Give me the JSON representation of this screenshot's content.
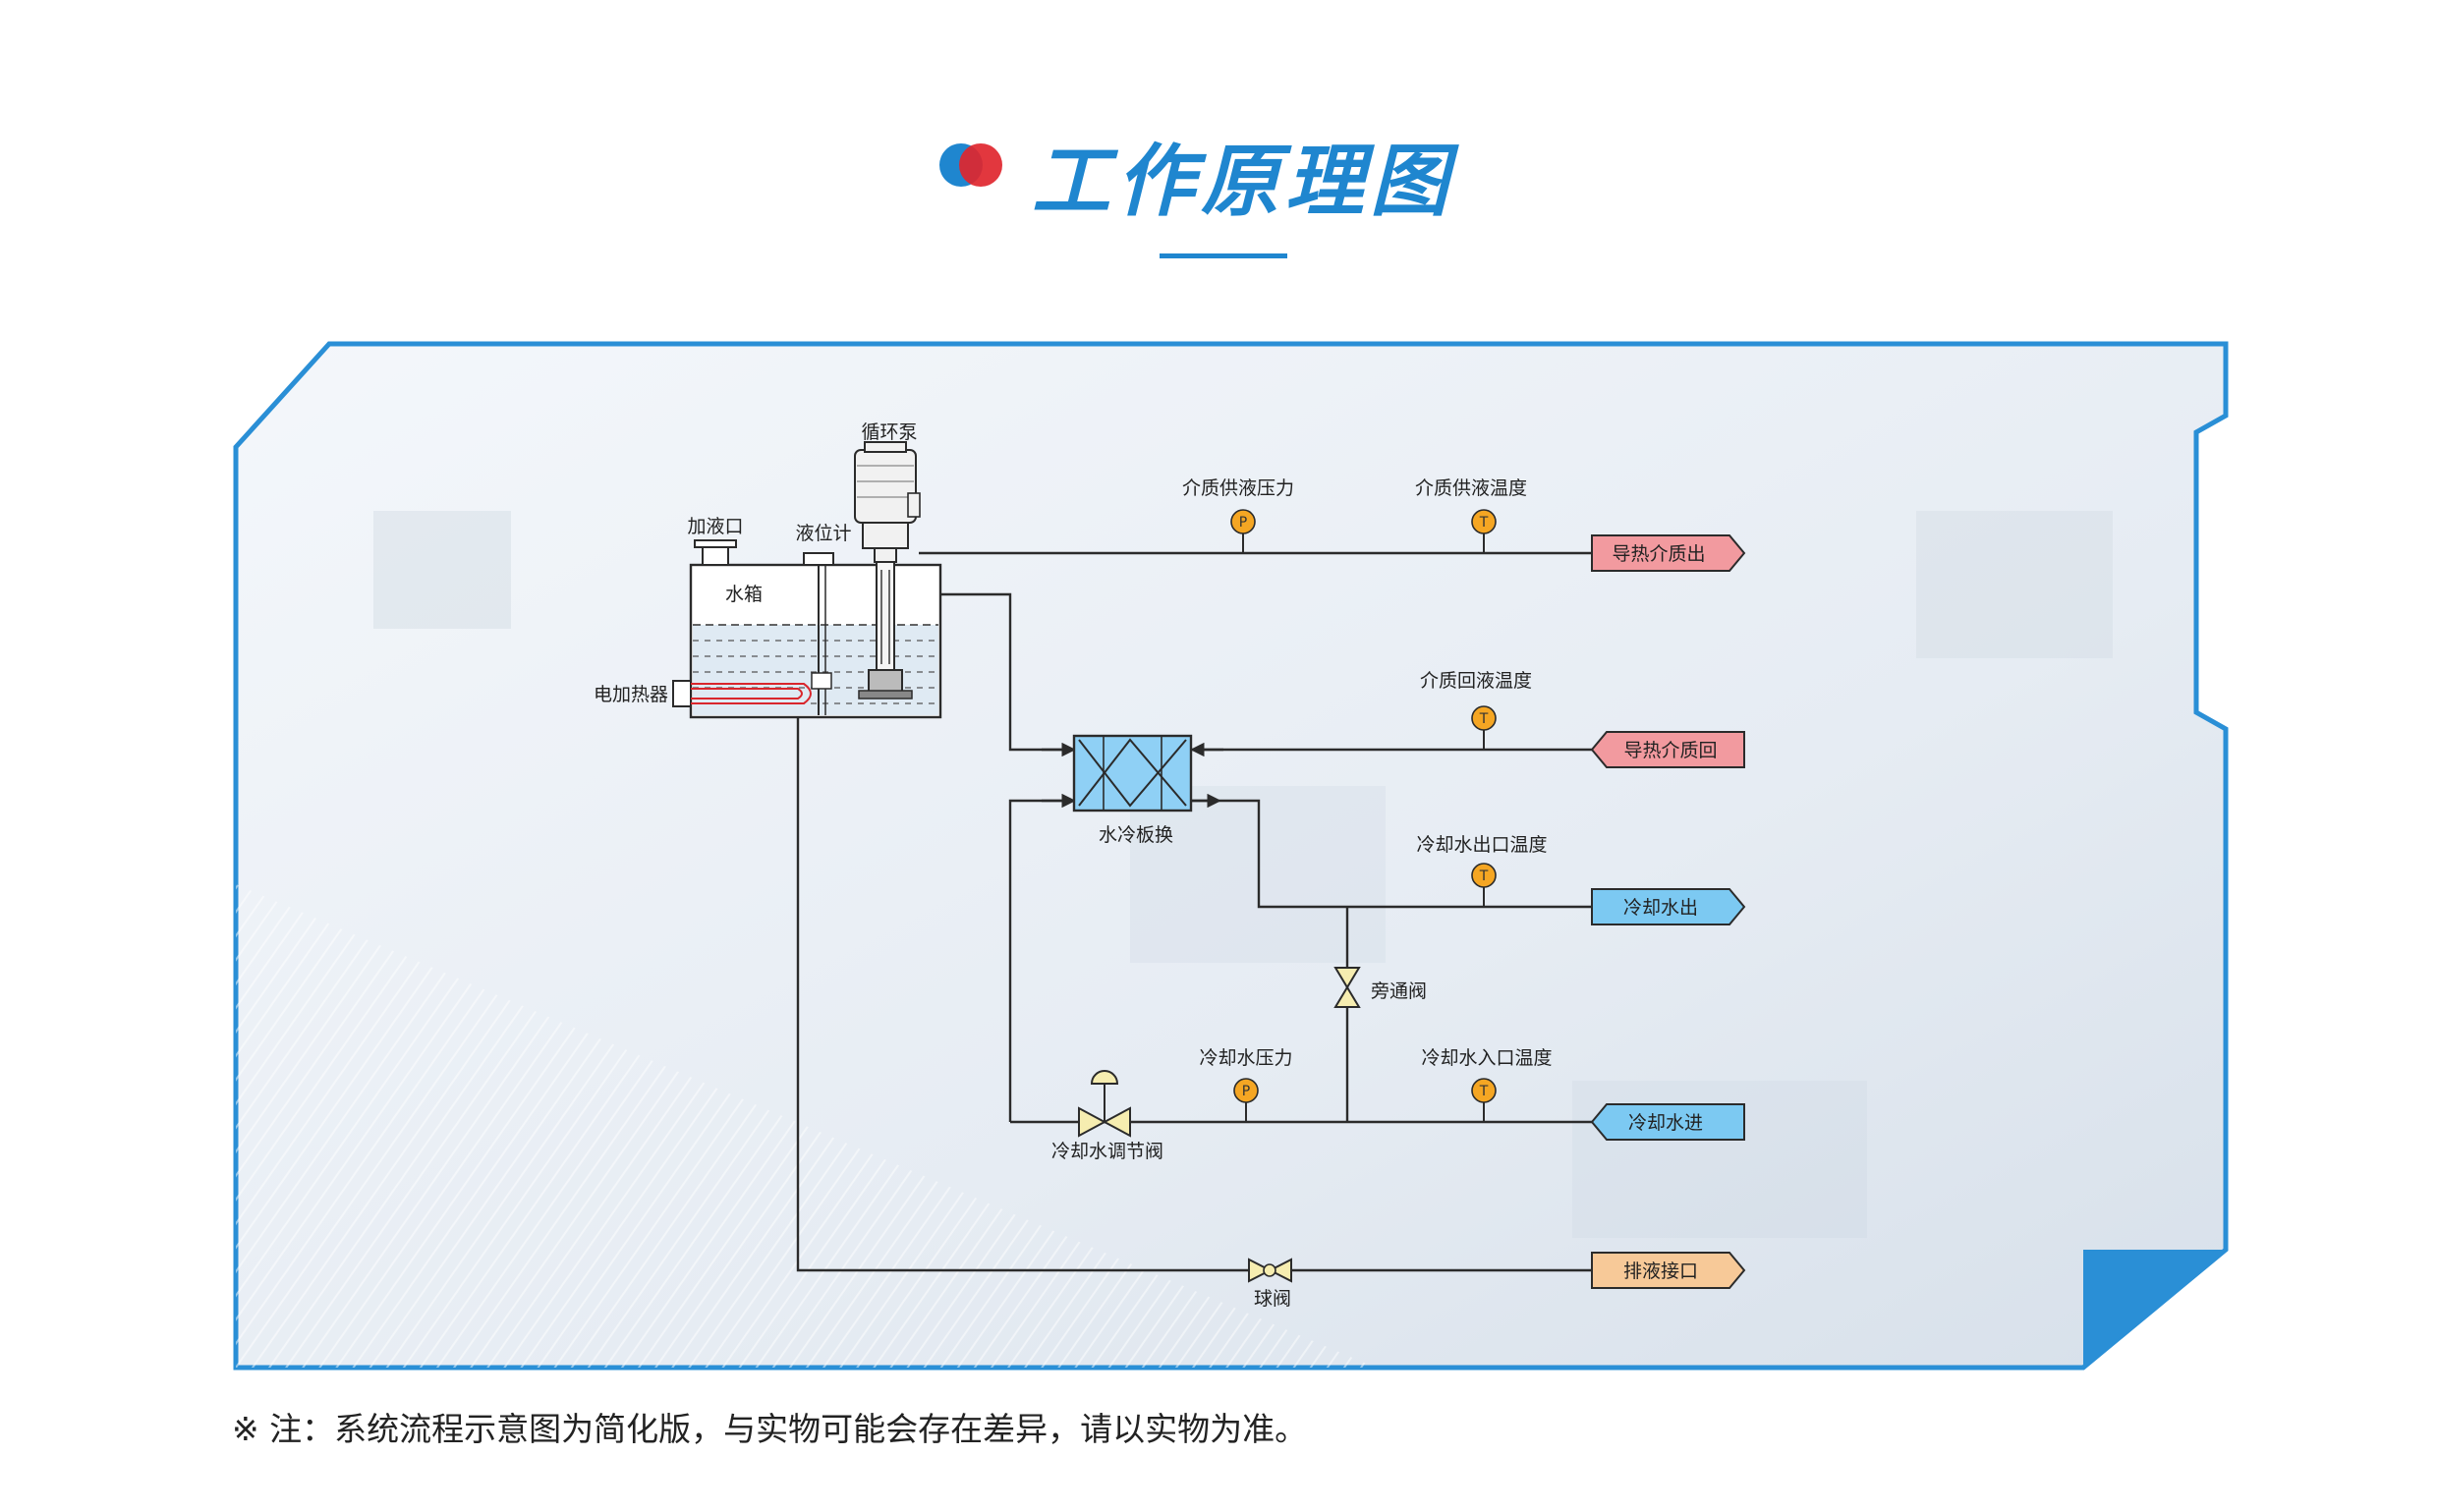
{
  "title": "工作原理图",
  "footnote": "※ 注：系统流程示意图为简化版，与实物可能会存在差异，请以实物为准。",
  "colors": {
    "brand_blue": "#1f86cf",
    "accent_red": "#e0262e",
    "frame_blue": "#2a8fd6",
    "outlet_red": "#f29a9f",
    "cooling_blue": "#7cc9f2",
    "drain_orange": "#f7c998",
    "gauge_orange": "#f5a623",
    "heat_exchanger": "#8fd0f5"
  },
  "components": {
    "pump": "循环泵",
    "fill_port": "加液口",
    "level_gauge": "液位计",
    "tank": "水箱",
    "heater": "电加热器",
    "heat_exchanger": "水冷板换",
    "bypass_valve": "旁通阀",
    "cooling_regulating_valve": "冷却水调节阀",
    "ball_valve": "球阀"
  },
  "sensors": {
    "supply_pressure": "介质供液压力",
    "supply_temp": "介质供液温度",
    "return_temp": "介质回液温度",
    "cooling_outlet_temp": "冷却水出口温度",
    "cooling_pressure": "冷却水压力",
    "cooling_inlet_temp": "冷却水入口温度",
    "pressure_symbol": "P",
    "temp_symbol": "T"
  },
  "ports": {
    "medium_out": "导热介质出",
    "medium_return": "导热介质回",
    "cooling_out": "冷却水出",
    "cooling_in": "冷却水进",
    "drain": "排液接口"
  }
}
